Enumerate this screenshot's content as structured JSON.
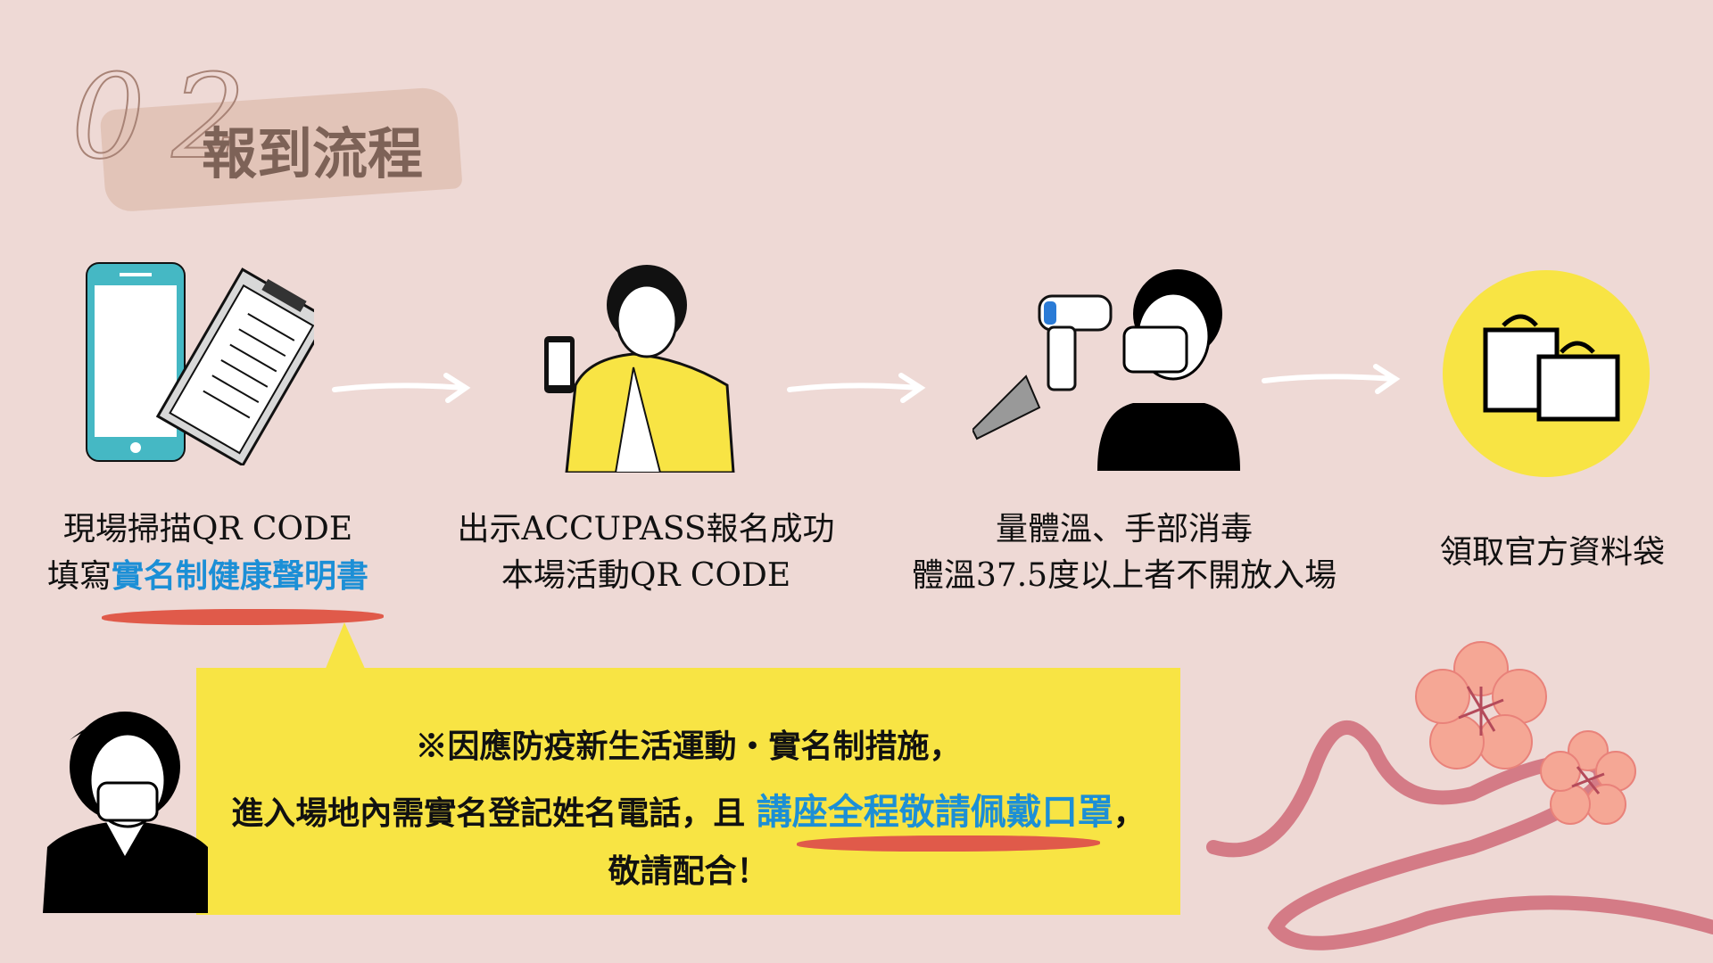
{
  "header": {
    "number": "02",
    "title": "報到流程"
  },
  "steps": [
    {
      "line1": "現場掃描QR CODE",
      "line2_prefix": "填寫",
      "line2_highlight": "實名制健康聲明書"
    },
    {
      "line1": "出示ACCUPASS報名成功",
      "line2": "本場活動QR CODE"
    },
    {
      "line1": "量體溫、手部消毒",
      "line2": "體溫37.5度以上者不開放入場"
    },
    {
      "line1": "領取官方資料袋"
    }
  ],
  "notice": {
    "line1": "※因應防疫新生活運動・實名制措施，",
    "line2_prefix": "進入場地內需實名登記姓名電話，且 ",
    "line2_highlight": "講座全程敬請佩戴口罩",
    "line2_suffix": "，",
    "line3": "敬請配合！"
  },
  "colors": {
    "background": "#eed9d5",
    "highlight_blue": "#1c8fd6",
    "underline_red": "#e05a4a",
    "callout_yellow": "#f8e444"
  }
}
